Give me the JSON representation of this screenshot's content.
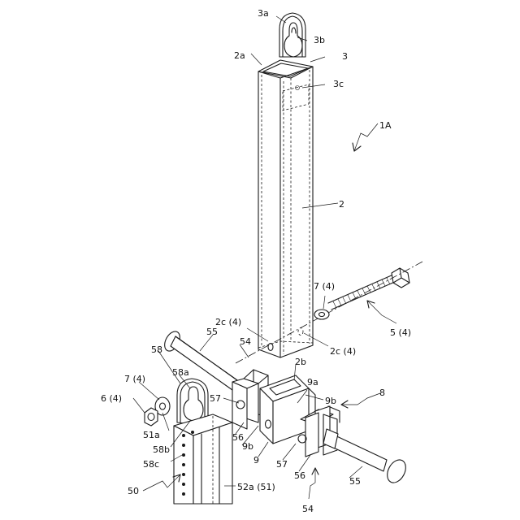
{
  "figure": {
    "labels": {
      "l_3a": "3a",
      "l_3b": "3b",
      "l_2a": "2a",
      "l_3": "3",
      "l_3c": "3c",
      "l_1A": "1A",
      "l_2": "2",
      "l_7_4_top": "7 (4)",
      "l_2c_4_left": "2c (4)",
      "l_5_4": "5 (4)",
      "l_55_top": "55",
      "l_54_top": "54",
      "l_2c_4_right": "2c (4)",
      "l_58": "58",
      "l_2b": "2b",
      "l_9a": "9a",
      "l_7_4_left": "7 (4)",
      "l_58a": "58a",
      "l_8": "8",
      "l_6_4": "6 (4)",
      "l_57_upper": "57",
      "l_9b_right": "9b",
      "l_51a": "51a",
      "l_56_upper": "56",
      "l_9b_lower": "9b",
      "l_58b": "58b",
      "l_58c": "58c",
      "l_9": "9",
      "l_57_lower": "57",
      "l_56_lower": "56",
      "l_55_right": "55",
      "l_50": "50",
      "l_52a_51": "52a (51)",
      "l_54_bottom": "54"
    }
  }
}
